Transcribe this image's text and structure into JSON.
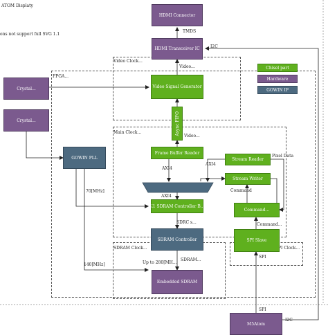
{
  "title": "ATOM Displaty",
  "warning": "ons not support full SVG 1.1",
  "groups": {
    "video_clock": "Video Clock...",
    "fpga": "FPGA...",
    "main_clock": "Main Clock...",
    "sdram_clock": "SDRAM Clock...",
    "spi_clock": "PI Clock..."
  },
  "nodes": {
    "hdmi_connector": "HDMI Connector",
    "hdmi_transceiver": "HDMI Transceiver IC",
    "crystal_1": "Crystal...",
    "crystal_2": "Crystal...",
    "video_signal_generator": "Video Signal Generator",
    "async_fifo": "Async FIFO",
    "frame_buffer_reader": "Frame Buffer Reader",
    "stream_reader": "Stream Reader",
    "stream_writer": "Stream Writer",
    "gowin_pll": "GOWIN PLL",
    "axi4_controller": "X1 SDRAM Controller B...",
    "command": "Command...",
    "sdram_controller": "SDRAM Controller",
    "spi_slave": "SPI Slave",
    "embedded_sdram": "Embedded SDRAM",
    "m5atom": "M5Atom"
  },
  "legend": {
    "chisel": "Chisel part",
    "hardware": "Hardware",
    "gowin_ip": "GOWIN IP"
  },
  "edges": {
    "tmds": "TMDS",
    "i2c_top": "I2C",
    "video": "Video...",
    "video2": "Video...",
    "axi4_a": "AXI4",
    "axi4_b": "AXI4",
    "axi4_c": "AXI4",
    "pixel_data": "Pixel Data",
    "command_a": "Command",
    "command_b": "Command...",
    "mhz70": "70[MHz]",
    "mhz140": "140[MHz]",
    "sdrc": "SDRC s...",
    "up_to": "Up to 280[MH...",
    "sdram": "SDRAM...",
    "spi_a": "SPI",
    "spi_b": "SPI",
    "i2c_bottom": "I2C"
  },
  "colors": {
    "hardware": "#7b5a8e",
    "chisel": "#5fb01e",
    "gowin": "#4d6a80"
  }
}
